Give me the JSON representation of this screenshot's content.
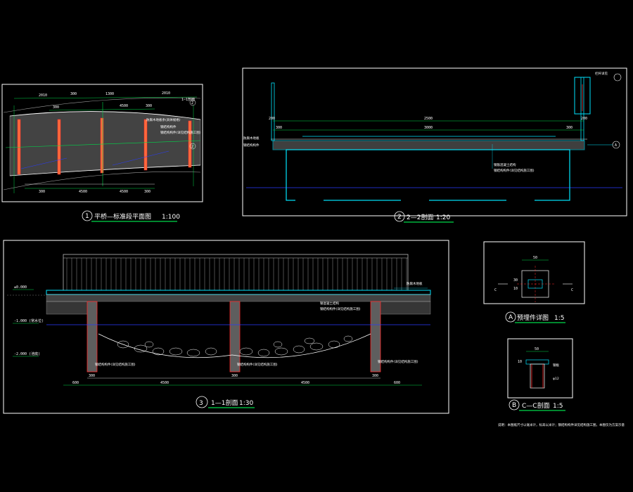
{
  "colors": {
    "background": "#000000",
    "frame": "#ffffff",
    "cyan": "#00e5ff",
    "green": "#00d84a",
    "red": "#ff2a2a",
    "blue": "#2a3cff",
    "yellow": "#ffd400",
    "grey": "#9a9a9a"
  },
  "views": {
    "plan": {
      "title": "平桥—标准段平面图",
      "scale": "1:100",
      "marker": "1",
      "dims_top": [
        "2010",
        "300",
        "1300",
        "2010"
      ],
      "dims_top2": [
        "300",
        "4500",
        "300"
      ],
      "dims_bottom": [
        "300",
        "4500",
        "4500",
        "300"
      ],
      "section_labels": [
        "1—1剖面",
        "2",
        "2"
      ],
      "notes": [
        "防腐木地板条(具体规格)",
        "钢结构构件",
        "钢结构构件(详见结构施工图)"
      ]
    },
    "section22": {
      "title": "2—2剖面",
      "scale": "1:20",
      "marker": "2",
      "dims": [
        "200",
        "2500",
        "200"
      ],
      "dims2": [
        "300",
        "3000",
        "300"
      ],
      "notes": [
        "防腐木地板",
        "钢结构构件",
        "钢筋混凝土结构",
        "钢结构构件(详见结构施工图)"
      ],
      "callout": "A",
      "callout_label": "栏杆详见"
    },
    "section11": {
      "title": "1—1剖面",
      "scale": "1:30",
      "marker": "3",
      "levels": [
        "±0.000",
        "-1.000 (常水位)",
        "-2.000 (池底)"
      ],
      "dims": [
        "600",
        "4500",
        "4500",
        "600"
      ],
      "dims_sub": [
        "300",
        "300",
        "300"
      ],
      "notes": [
        "钢混凝土结构",
        "钢结构构件(详见结构施工图)",
        "钢结构构件(详见结构施工图)",
        "钢结构构件(详见结构施工图)",
        "钢结构构件(详见结构施工图)"
      ],
      "callout": "防腐木地板"
    },
    "detailA": {
      "title": "预埋件详图",
      "scale": "1:5",
      "marker": "A",
      "dims": [
        "50",
        "30",
        "10"
      ],
      "cut_label": "C"
    },
    "detailB": {
      "title": "C—C剖面",
      "scale": "1:5",
      "marker": "B",
      "dims": [
        "50",
        "10"
      ],
      "notes": [
        "钢板",
        "φ12"
      ]
    }
  },
  "footnote": "说明：本图纸尺寸以毫米计，标高以米计；钢结构构件详见结构施工图，本图仅为方案示意"
}
